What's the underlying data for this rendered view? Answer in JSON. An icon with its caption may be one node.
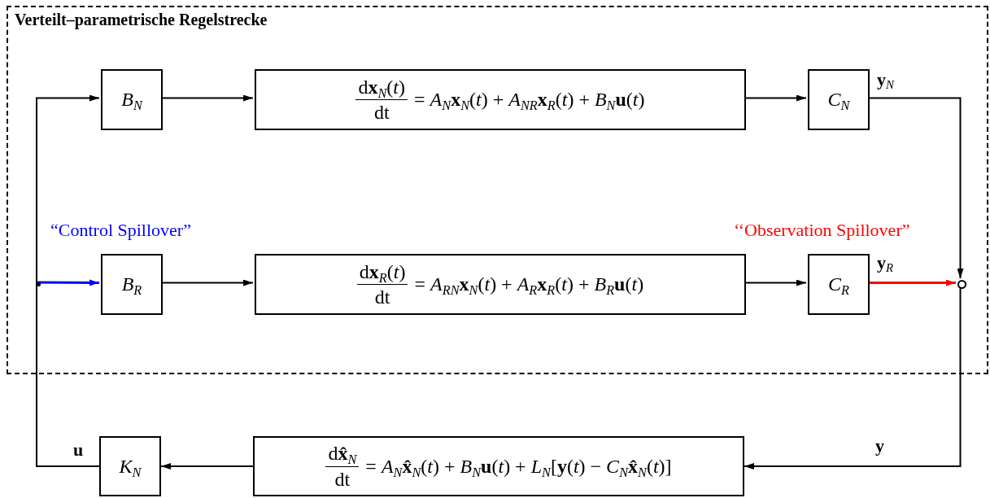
{
  "diagram": {
    "nodes": [
      {
        "text": [
          "Verteilt–parametrische Regelstrecke"
        ]
      },
      {
        "text": [
          "*B*$_{N}$"
        ],
        "in": 0
      },
      {
        "text": [
          "d**x**$_{N}$(*t*)",
          "dt",
          "= *A*$_{N}$**x**$_{N}$(*t*) + *A*$_{NR}$**x**$_{R}$(*t*) + *B*$_{N}$**u**(*t*)"
        ],
        "in": 0
      },
      {
        "text": [
          "*C*$_{N}$"
        ],
        "in": 0
      },
      {
        "text": [
          "*B*$_{R}$"
        ],
        "in": 0
      },
      {
        "text": [
          "d**x**$_{R}$(*t*)",
          "dt",
          "= *A*$_{RN}$**x**$_{N}$(*t*) + *A*$_{R}$**x**$_{R}$(*t*) + *B*$_{R}$**u**(*t*)"
        ],
        "in": 0
      },
      {
        "text": [
          "*C*$_{R}$"
        ],
        "in": 0
      },
      {
        "text": [],
        "shape": "circle",
        "in": 0
      },
      {
        "text": [
          "*K*$_{N}$"
        ]
      },
      {
        "text": [
          "d**x̂**$_{N}$",
          "dt",
          "= *A*$_{N}$**x̂**$_{N}$(*t*) + *B*$_{N}$**u**(*t*) + *L*$_{N}$[**y**(*t*) − *C*$_{N}$**x̂**$_{N}$(*t*)]"
        ]
      },
      {
        "text": [],
        "shape": "dot",
        "in": 0
      }
    ],
    "edges": [
      {
        "from": 10,
        "to": 1,
        "arrow": "to"
      },
      {
        "from": 1,
        "to": 2,
        "arrow": "to"
      },
      {
        "from": 2,
        "to": 3,
        "arrow": "to"
      },
      {
        "from": 3,
        "to": 7,
        "arrow": "to",
        "label": "**y**$_{N}$"
      },
      {
        "from": 10,
        "to": 4,
        "arrow": "to",
        "label": "“Control Spillover”",
        "color": "#0000ff"
      },
      {
        "from": 4,
        "to": 5,
        "arrow": "to"
      },
      {
        "from": 5,
        "to": 6,
        "arrow": "to"
      },
      {
        "from": 6,
        "to": 7,
        "arrow": "to",
        "label": "‘‘Observation Spillover”",
        "color": "#ff0000"
      },
      {
        "from": 7,
        "to": 9,
        "arrow": "to",
        "label": "**y**"
      },
      {
        "from": 9,
        "to": 8,
        "arrow": "to"
      },
      {
        "from": 8,
        "to": 10,
        "arrow": "none",
        "label": "**u**"
      }
    ],
    "labels": [
      "**y**$_{R}$"
    ]
  }
}
